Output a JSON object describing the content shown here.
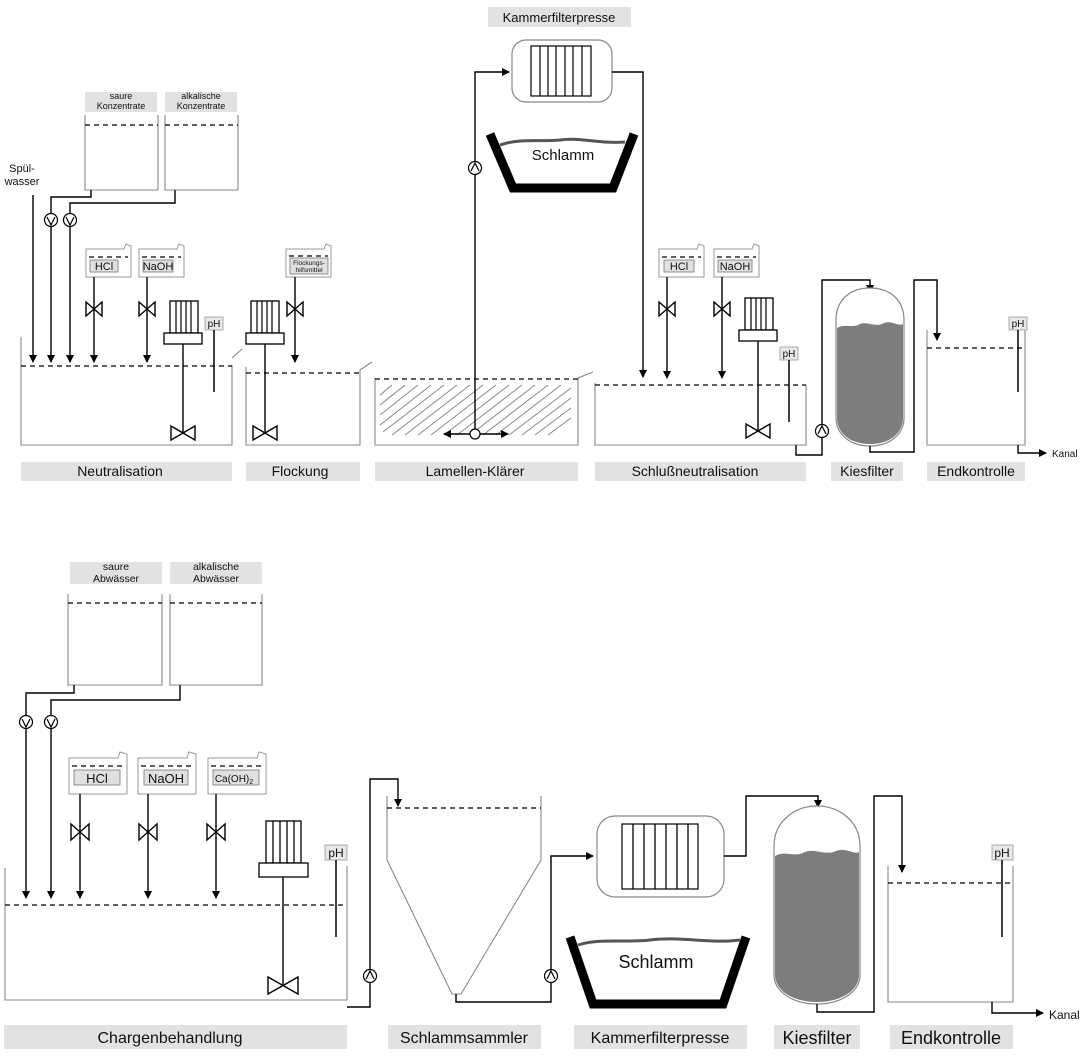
{
  "top": {
    "feed_label": "Spül-\nwasser",
    "tanks": {
      "acid": "saure\nKonzentrate",
      "alkaline": "alkalische\nKonzentrate"
    },
    "chemicals": {
      "hcl": "HCl",
      "naoh": "NaOH",
      "flock": "Flockungs-\nhilfsmittel",
      "hcl2": "HCl",
      "naoh2": "NaOH"
    },
    "ph": [
      "pH",
      "pH",
      "pH"
    ],
    "sludge": "Schlamm",
    "press_title": "Kammerfilterpresse",
    "outlet": "Kanal",
    "stages": [
      "Neutralisation",
      "Flockung",
      "Lamellen-Klärer",
      "Schlußneutralisation",
      "Kiesfilter",
      "Endkontrolle"
    ]
  },
  "bottom": {
    "tanks": {
      "acid": "saure\nAbwässer",
      "alkaline": "alkalische\nAbwässer"
    },
    "chemicals": {
      "hcl": "HCl",
      "naoh": "NaOH",
      "caoh_base": "Ca(OH)",
      "caoh_sub": "2"
    },
    "ph": [
      "pH",
      "pH"
    ],
    "sludge": "Schlamm",
    "outlet": "Kanal",
    "stages": [
      "Chargenbehandlung",
      "Schlammsammler",
      "Kammerfilterpresse",
      "Kiesfilter",
      "Endkontrolle"
    ]
  }
}
